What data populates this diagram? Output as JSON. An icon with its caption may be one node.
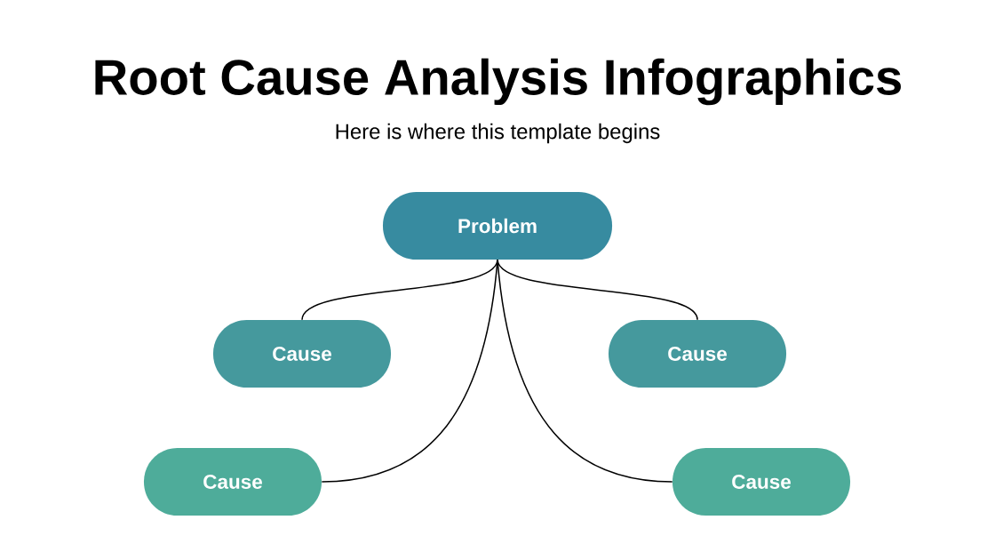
{
  "diagram": {
    "title": "Root Cause Analysis Infographics",
    "caption": "Here is where this template begins",
    "nodes": [
      {
        "text": [
          "Problem"
        ]
      },
      {
        "text": [
          "Cause"
        ]
      },
      {
        "text": [
          "Cause"
        ]
      },
      {
        "text": [
          "Cause"
        ]
      },
      {
        "text": [
          "Cause"
        ]
      }
    ],
    "edges": [
      {
        "from": 0,
        "to": 1,
        "arrow": "none"
      },
      {
        "from": 0,
        "to": 2,
        "arrow": "none"
      },
      {
        "from": 0,
        "to": 3,
        "arrow": "none"
      },
      {
        "from": 0,
        "to": 4,
        "arrow": "none"
      }
    ]
  }
}
